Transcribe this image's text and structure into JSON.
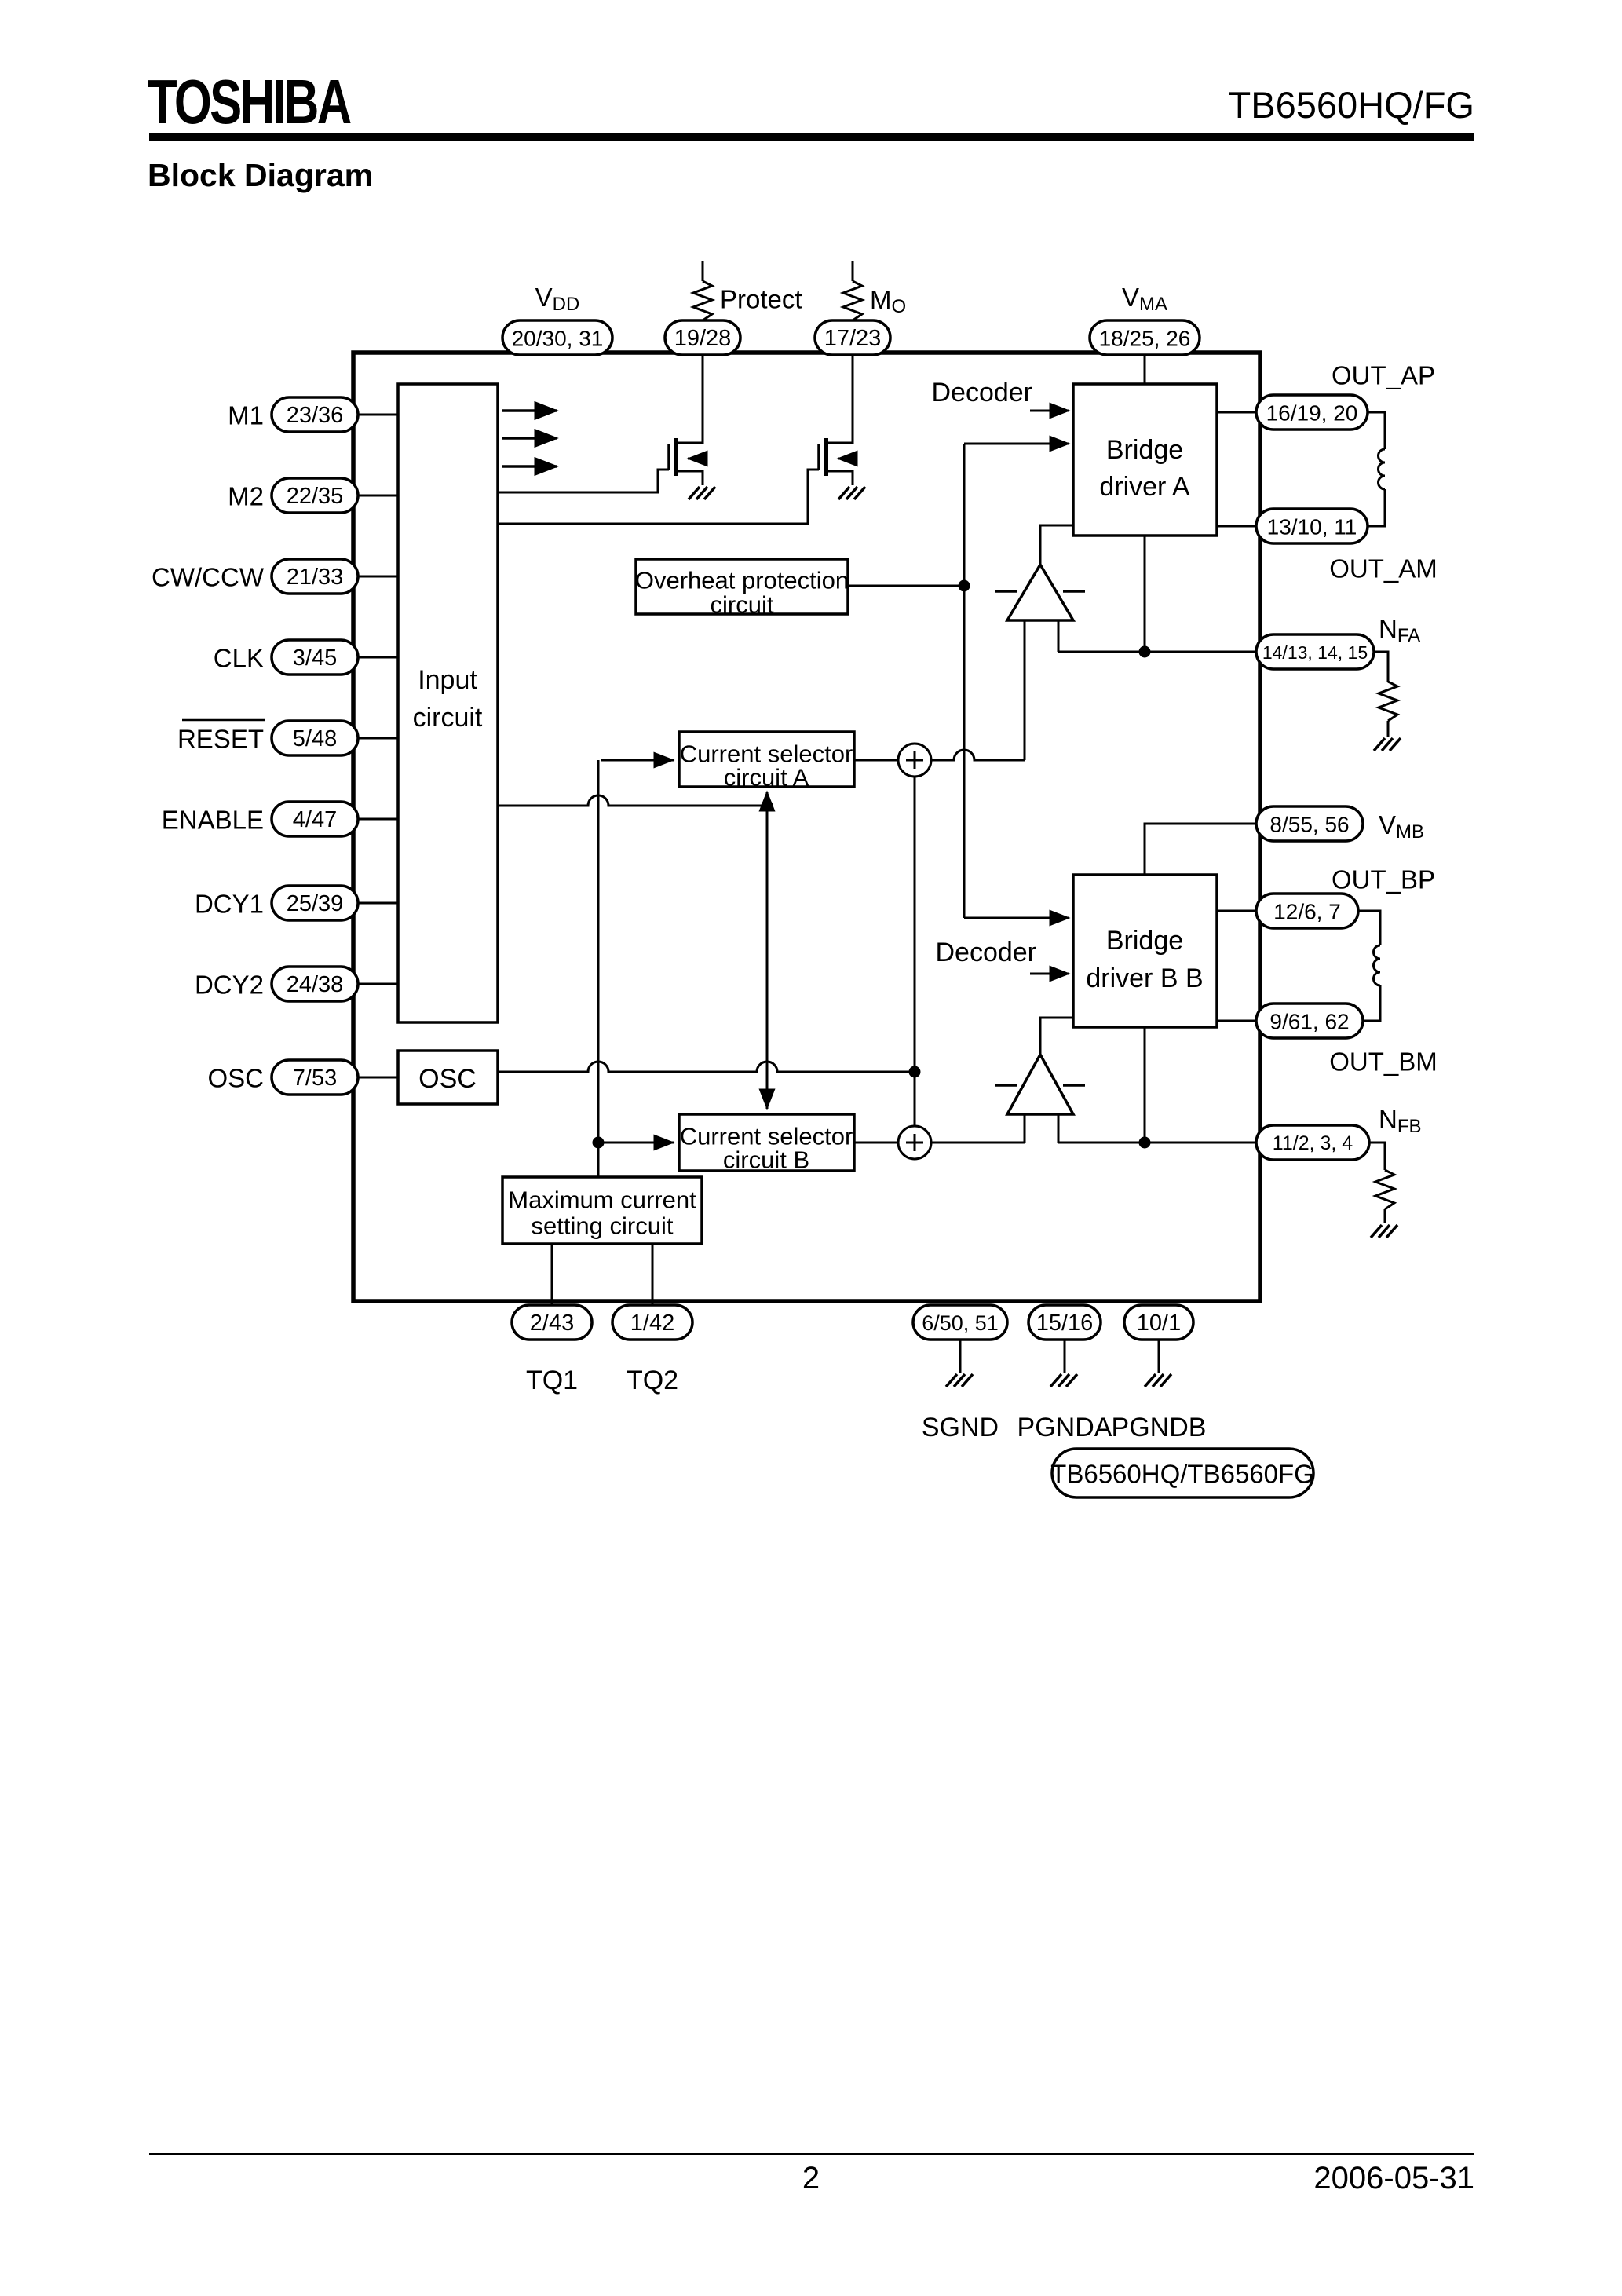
{
  "page": {
    "background": "#ffffff",
    "ink": "#000000"
  },
  "header": {
    "brand": "TOSHIBA",
    "part_number": "TB6560HQ/FG",
    "section_title": "Block Diagram"
  },
  "footer": {
    "page_number": "2",
    "date": "2006-05-31"
  },
  "diagram": {
    "chip_label": "TB6560HQ/TB6560FG",
    "blocks": {
      "input_circuit": {
        "line1": "Input",
        "line2": "circuit"
      },
      "osc": "OSC",
      "overheat": {
        "line1": "Overheat protection",
        "line2": "circuit"
      },
      "current_selector_a": {
        "line1": "Current selector",
        "line2": "circuit A"
      },
      "current_selector_b": {
        "line1": "Current selector",
        "line2": "circuit B"
      },
      "max_current": {
        "line1": "Maximum current",
        "line2": "setting circuit"
      },
      "bridge_a": {
        "line1": "Bridge",
        "line2": "driver A"
      },
      "bridge_b": {
        "line1": "Bridge",
        "line2": "driver B B"
      },
      "decoder_a": "Decoder",
      "decoder_b": "Decoder"
    },
    "pins": {
      "left": [
        {
          "label": "M1",
          "pin": "23/36"
        },
        {
          "label": "M2",
          "pin": "22/35"
        },
        {
          "label": "CW/CCW",
          "pin": "21/33"
        },
        {
          "label": "CLK",
          "pin": "3/45"
        },
        {
          "label": "RESET",
          "pin": "5/48"
        },
        {
          "label": "ENABLE",
          "pin": "4/47"
        },
        {
          "label": "DCY1",
          "pin": "25/39"
        },
        {
          "label": "DCY2",
          "pin": "24/38"
        },
        {
          "label": "OSC",
          "pin": "7/53"
        }
      ],
      "top": [
        {
          "label_main": "V",
          "label_sub": "DD",
          "pin": "20/30, 31"
        },
        {
          "label": "Protect",
          "pin": "19/28"
        },
        {
          "label_main": "M",
          "label_sub": "O",
          "pin": "17/23"
        },
        {
          "label_main": "V",
          "label_sub": "MA",
          "pin": "18/25, 26"
        }
      ],
      "right": [
        {
          "label": "OUT_AP",
          "pin": "16/19, 20"
        },
        {
          "label": "OUT_AM",
          "pin": "13/10, 11"
        },
        {
          "label_main": "N",
          "label_sub": "FA",
          "pin": "14/13, 14, 15"
        },
        {
          "label_main": "V",
          "label_sub": "MB",
          "pin": "8/55, 56"
        },
        {
          "label": "OUT_BP",
          "pin": "12/6, 7"
        },
        {
          "label": "OUT_BM",
          "pin": "9/61, 62"
        },
        {
          "label_main": "N",
          "label_sub": "FB",
          "pin": "11/2, 3, 4"
        }
      ],
      "bottom": [
        {
          "label": "TQ1",
          "pin": "2/43"
        },
        {
          "label": "TQ2",
          "pin": "1/42"
        },
        {
          "label": "SGND",
          "pin": "6/50, 51"
        },
        {
          "label": "PGNDA",
          "pin": "15/16"
        },
        {
          "label": "PGNDB",
          "pin": "10/1"
        }
      ]
    }
  }
}
